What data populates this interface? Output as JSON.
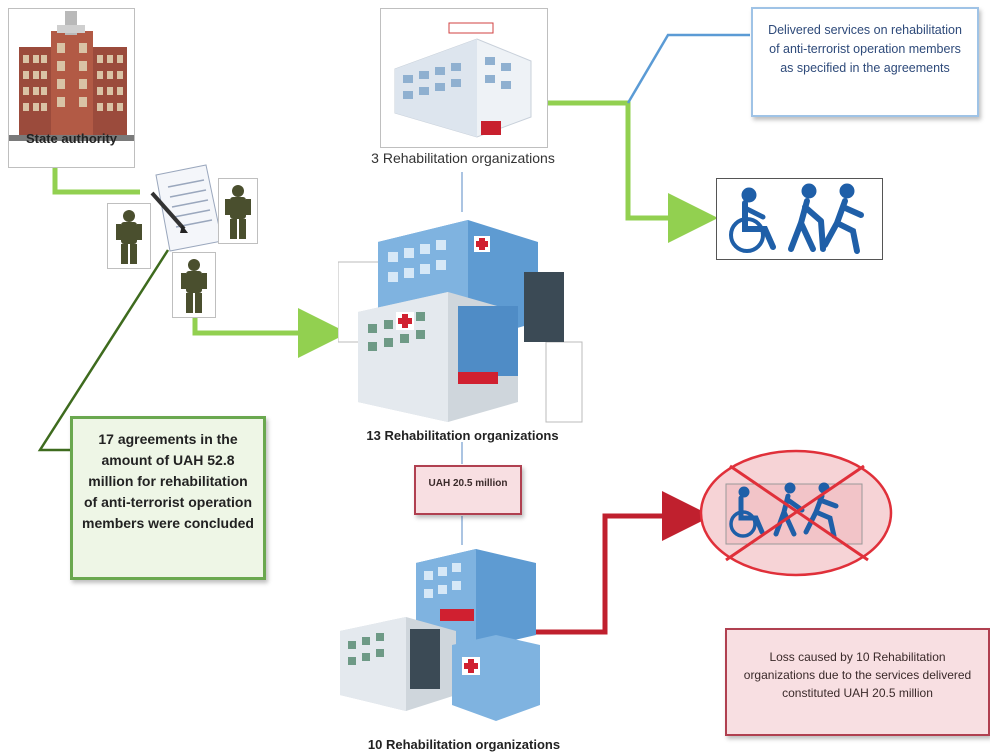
{
  "nodes": {
    "state_authority": "State authority",
    "rehab_3": "3 Rehabilitation organizations",
    "rehab_13": "13 Rehabilitation organizations",
    "rehab_10": "10 Rehabilitation organizations"
  },
  "boxes": {
    "delivered_services": "Delivered services on rehabilitation of anti-terrorist operation members as specified in the agreements",
    "agreements": "17 agreements in the amount of UAH 52.8 million for rehabilitation of anti-terrorist operation members were concluded",
    "amount": "UAH 20.5 million",
    "loss": "Loss caused by 10 Rehabilitation organizations due to the services delivered constituted UAH 20.5 million"
  },
  "colors": {
    "green_arrow": "#92d050",
    "red_arrow": "#c0202e",
    "blue_line": "#5b9bd5",
    "person_icon": "#1f5fa8",
    "cross": "#e0303a"
  },
  "icons": [
    "building-icon",
    "contract-icon",
    "soldier-icon",
    "hospital-icon",
    "rehabilitation-people-icon"
  ]
}
